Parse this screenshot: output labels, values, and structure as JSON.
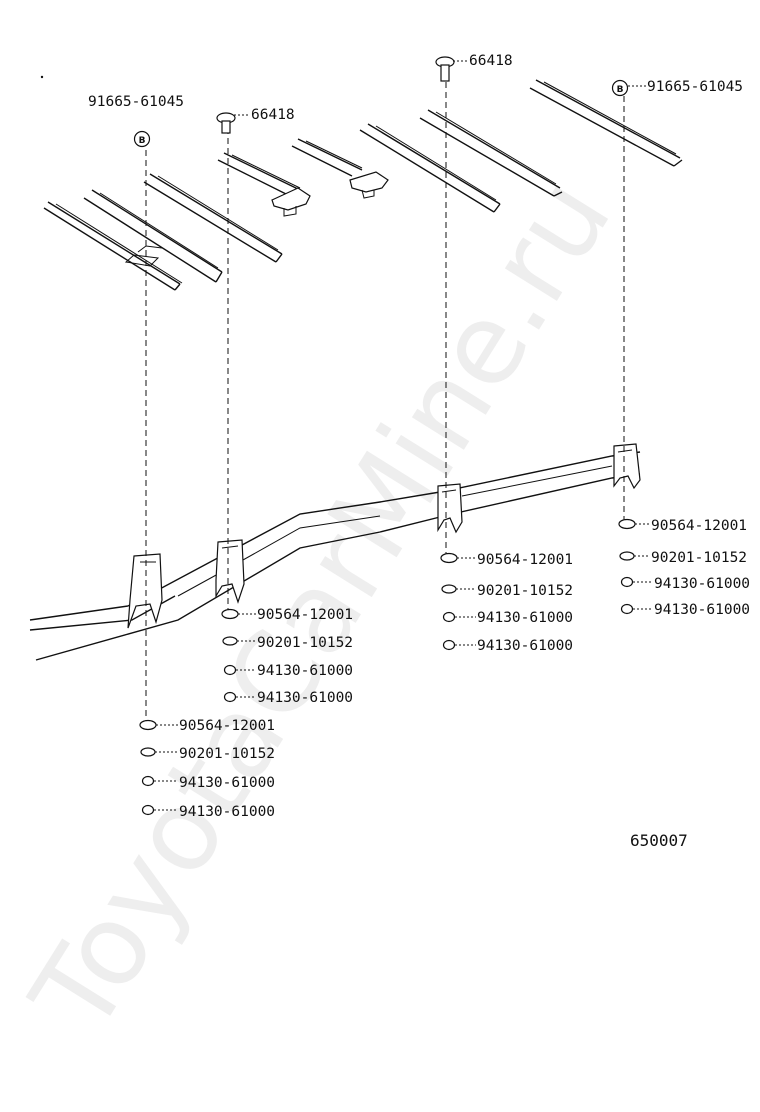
{
  "watermark": "ToyotaCarMine.ru",
  "diagram_code": "650007",
  "callouts": {
    "pin_left": "91665-61045",
    "pin_right": "91665-61045",
    "bolt_left": "66418",
    "bolt_right": "66418",
    "s1": {
      "washer": "90564-12001",
      "cushion": "90201-10152",
      "nut_a": "94130-61000",
      "nut_b": "94130-61000"
    },
    "s2": {
      "washer": "90564-12001",
      "cushion": "90201-10152",
      "nut_a": "94130-61000",
      "nut_b": "94130-61000"
    },
    "s3": {
      "washer": "90564-12001",
      "cushion": "90201-10152",
      "nut_a": "94130-61000",
      "nut_b": "94130-61000"
    },
    "s4": {
      "washer": "90564-12001",
      "cushion": "90201-10152",
      "nut_a": "94130-61000",
      "nut_b": "94130-61000"
    }
  }
}
